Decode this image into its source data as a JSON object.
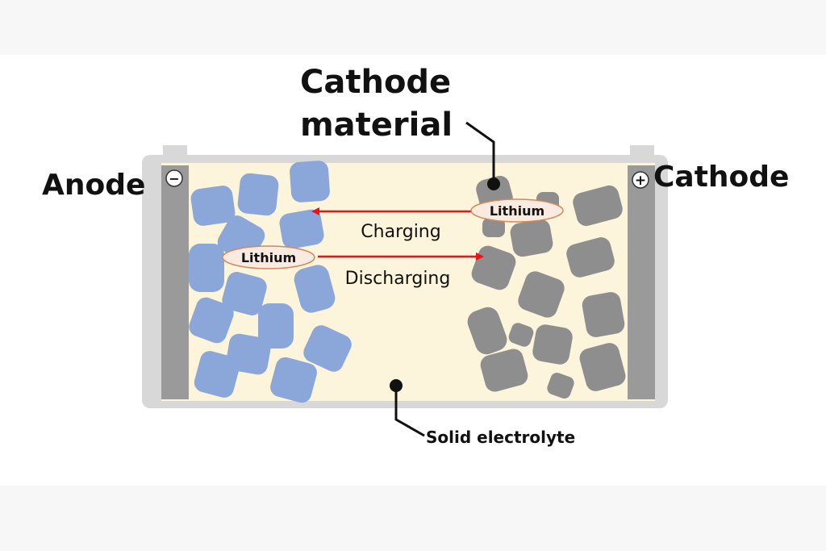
{
  "labels": {
    "cathode_material": [
      "Cathode",
      "material"
    ],
    "anode": "Anode",
    "cathode": "Cathode",
    "charging": "Charging",
    "discharging": "Discharging",
    "lithium_cathode_side": "Lithium",
    "lithium_anode_side": "Lithium",
    "solid_electrolyte": "Solid electrolyte",
    "minus_sign": "−",
    "plus_sign": "+"
  },
  "colors": {
    "anode_particle": "#8ba6d9",
    "cathode_particle": "#8e8e8e",
    "electrolyte": "#fdf4dc",
    "case": "#d8d8d8",
    "collector": "#9a9a9a",
    "arrow": "#e8141c",
    "lithium_fill": "#fbeadf",
    "lithium_stroke": "#d08a5c"
  }
}
